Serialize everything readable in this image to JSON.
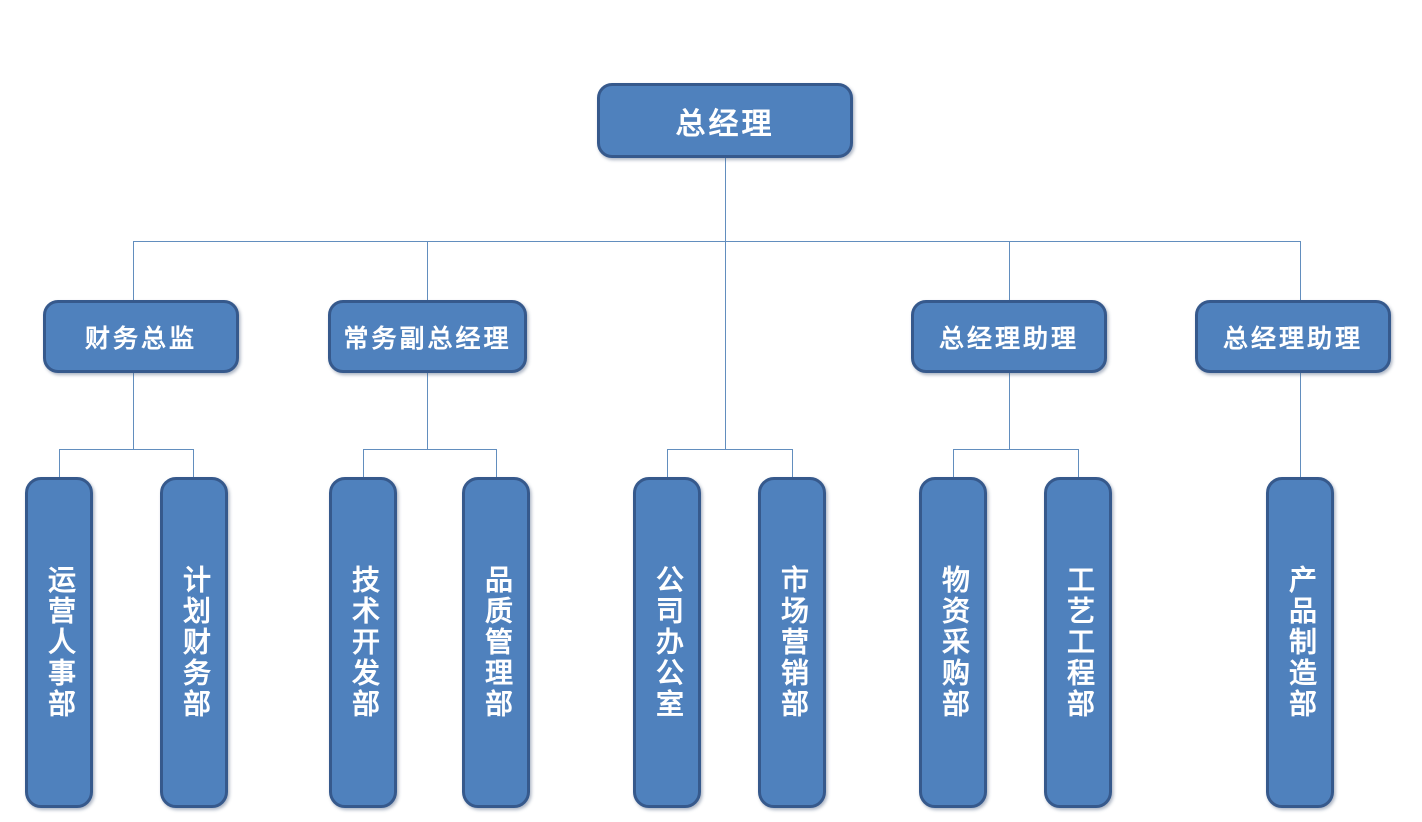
{
  "diagram_type": "org-chart",
  "colors": {
    "canvas_bg": "#ffffff",
    "node_fill": "#4f81bd",
    "node_border": "#36598c",
    "node_text": "#ffffff",
    "connector": "#628ebe"
  },
  "org": {
    "root": {
      "label": "总经理",
      "direct_children": [
        {
          "label": "公司办公室"
        },
        {
          "label": "市场营销部"
        }
      ]
    },
    "branches": [
      {
        "label": "财务总监",
        "children": [
          {
            "label": "运营人事部"
          },
          {
            "label": "计划财务部"
          }
        ]
      },
      {
        "label": "常务副总经理",
        "children": [
          {
            "label": "技术开发部"
          },
          {
            "label": "品质管理部"
          }
        ]
      },
      {
        "label": "总经理助理",
        "children": [
          {
            "label": "物资采购部"
          },
          {
            "label": "工艺工程部"
          }
        ]
      },
      {
        "label": "总经理助理",
        "children": [
          {
            "label": "产品制造部"
          }
        ]
      }
    ]
  }
}
